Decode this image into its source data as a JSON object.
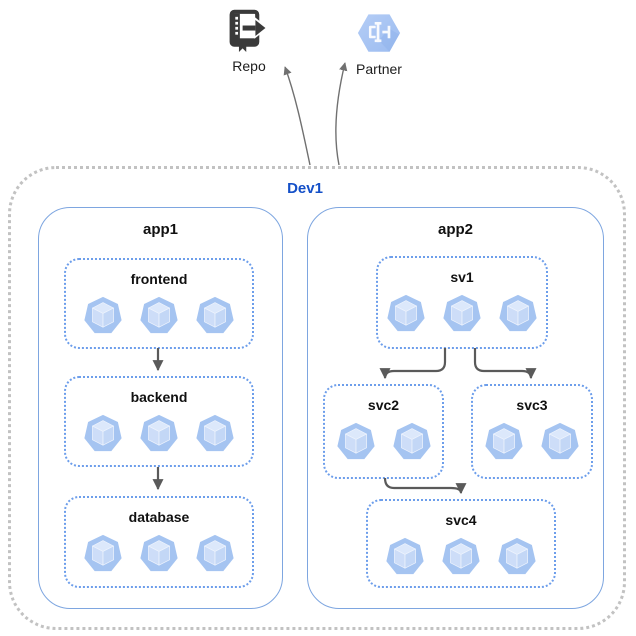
{
  "external_nodes": {
    "repo": {
      "label": "Repo",
      "icon": "repo-icon"
    },
    "partner": {
      "label": "Partner",
      "icon": "partner-interconnect-icon"
    }
  },
  "boundary": {
    "label": "Dev1"
  },
  "clusters": {
    "app1": {
      "label": "app1",
      "services": {
        "frontend": {
          "label": "frontend",
          "pods": 3
        },
        "backend": {
          "label": "backend",
          "pods": 3
        },
        "database": {
          "label": "database",
          "pods": 3
        }
      }
    },
    "app2": {
      "label": "app2",
      "services": {
        "sv1": {
          "label": "sv1",
          "pods": 3
        },
        "svc2": {
          "label": "svc2",
          "pods": 2
        },
        "svc3": {
          "label": "svc3",
          "pods": 2
        },
        "svc4": {
          "label": "svc4",
          "pods": 3
        }
      }
    }
  },
  "edges": [
    {
      "from": "frontend",
      "to": "backend"
    },
    {
      "from": "backend",
      "to": "database"
    },
    {
      "from": "sv1",
      "to": "svc2"
    },
    {
      "from": "sv1",
      "to": "svc3"
    },
    {
      "from": "svc2",
      "to": "svc4"
    },
    {
      "from": "Dev1",
      "to": "Repo"
    },
    {
      "from": "Dev1",
      "to": "Partner"
    }
  ],
  "colors": {
    "cluster_border": "#7ea6e0",
    "service_border": "#6d9eeb",
    "boundary_border": "#c2c2c2",
    "boundary_label": "#1450c8",
    "edge": "#5a5a5a",
    "edge_thin": "#707070",
    "pod_fill": "#a5c4f1",
    "partner_hex": "#a9c6f3",
    "repo_icon": "#3a3a3a"
  }
}
